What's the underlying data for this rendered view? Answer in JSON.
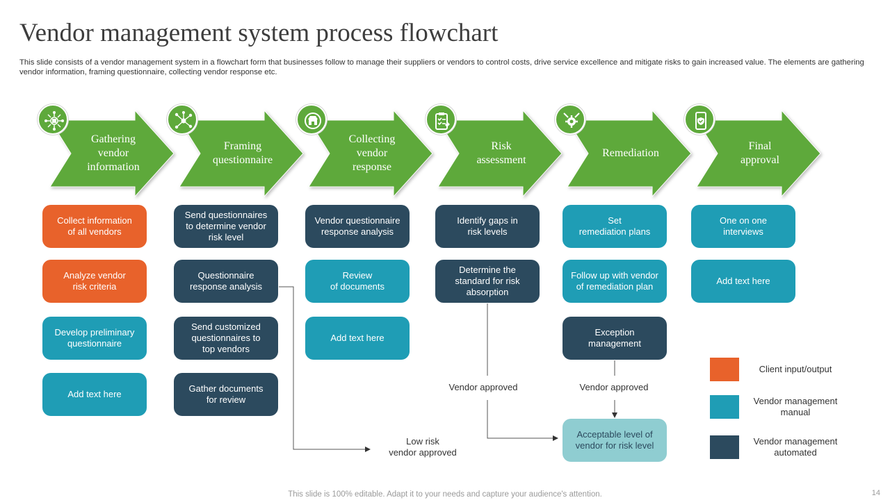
{
  "title": "Vendor management system process flowchart",
  "description": "This slide consists of a vendor management system in a flowchart form that businesses follow to manage their suppliers or vendors to control costs, drive service excellence and mitigate risks to gain increased value. The elements are gathering vendor information, framing questionnaire, collecting vendor response etc.",
  "colors": {
    "arrow": "#5ea93b",
    "client": "#e8622b",
    "manual": "#1f9db5",
    "automated": "#2c4a5e",
    "accepted": "#8fcdd1"
  },
  "stages": [
    {
      "label": "Gathering\nvendor\ninformation",
      "icon": "network-list-icon"
    },
    {
      "label": "Framing\nquestionnaire",
      "icon": "hub-network-icon"
    },
    {
      "label": "Collecting\nvendor\nresponse",
      "icon": "store-gear-icon"
    },
    {
      "label": "Risk\nassessment",
      "icon": "clipboard-check-icon"
    },
    {
      "label": "Remediation",
      "icon": "gears-tools-icon"
    },
    {
      "label": "Final\napproval",
      "icon": "phone-shield-icon"
    }
  ],
  "columns": [
    [
      {
        "text": "Collect information\nof all vendors",
        "kind": "client"
      },
      {
        "text": "Analyze vendor\nrisk criteria",
        "kind": "client"
      },
      {
        "text": "Develop preliminary\nquestionnaire",
        "kind": "manual"
      },
      {
        "text": "Add text here",
        "kind": "manual"
      }
    ],
    [
      {
        "text": "Send questionnaires\nto determine vendor\nrisk level",
        "kind": "automated"
      },
      {
        "text": "Questionnaire\nresponse analysis",
        "kind": "automated"
      },
      {
        "text": "Send customized\nquestionnaires to\ntop vendors",
        "kind": "automated"
      },
      {
        "text": "Gather documents\nfor review",
        "kind": "automated"
      }
    ],
    [
      {
        "text": "Vendor questionnaire\nresponse analysis",
        "kind": "automated"
      },
      {
        "text": "Review\nof documents",
        "kind": "manual"
      },
      {
        "text": "Add text here",
        "kind": "manual"
      }
    ],
    [
      {
        "text": "Identify gaps in\nrisk levels",
        "kind": "automated"
      },
      {
        "text": "Determine the\nstandard for risk\nabsorption",
        "kind": "automated"
      }
    ],
    [
      {
        "text": "Set\nremediation plans",
        "kind": "manual"
      },
      {
        "text": "Follow up with vendor\nof remediation plan",
        "kind": "manual"
      },
      {
        "text": "Exception\nmanagement",
        "kind": "automated"
      }
    ],
    [
      {
        "text": "One on one\ninterviews",
        "kind": "manual"
      },
      {
        "text": "Add text here",
        "kind": "manual"
      }
    ]
  ],
  "accepted_box": "Acceptable level of\nvendor for risk level",
  "notes": {
    "vendor_approved_1": "Vendor approved",
    "vendor_approved_2": "Vendor approved",
    "low_risk": "Low risk\nvendor approved"
  },
  "legend": [
    {
      "label": "Client input/output",
      "kind": "client"
    },
    {
      "label": "Vendor management\nmanual",
      "kind": "manual"
    },
    {
      "label": "Vendor management\nautomated",
      "kind": "automated"
    }
  ],
  "footer": "This slide is 100% editable. Adapt it to your needs and capture your audience's attention.",
  "page_number": "14"
}
